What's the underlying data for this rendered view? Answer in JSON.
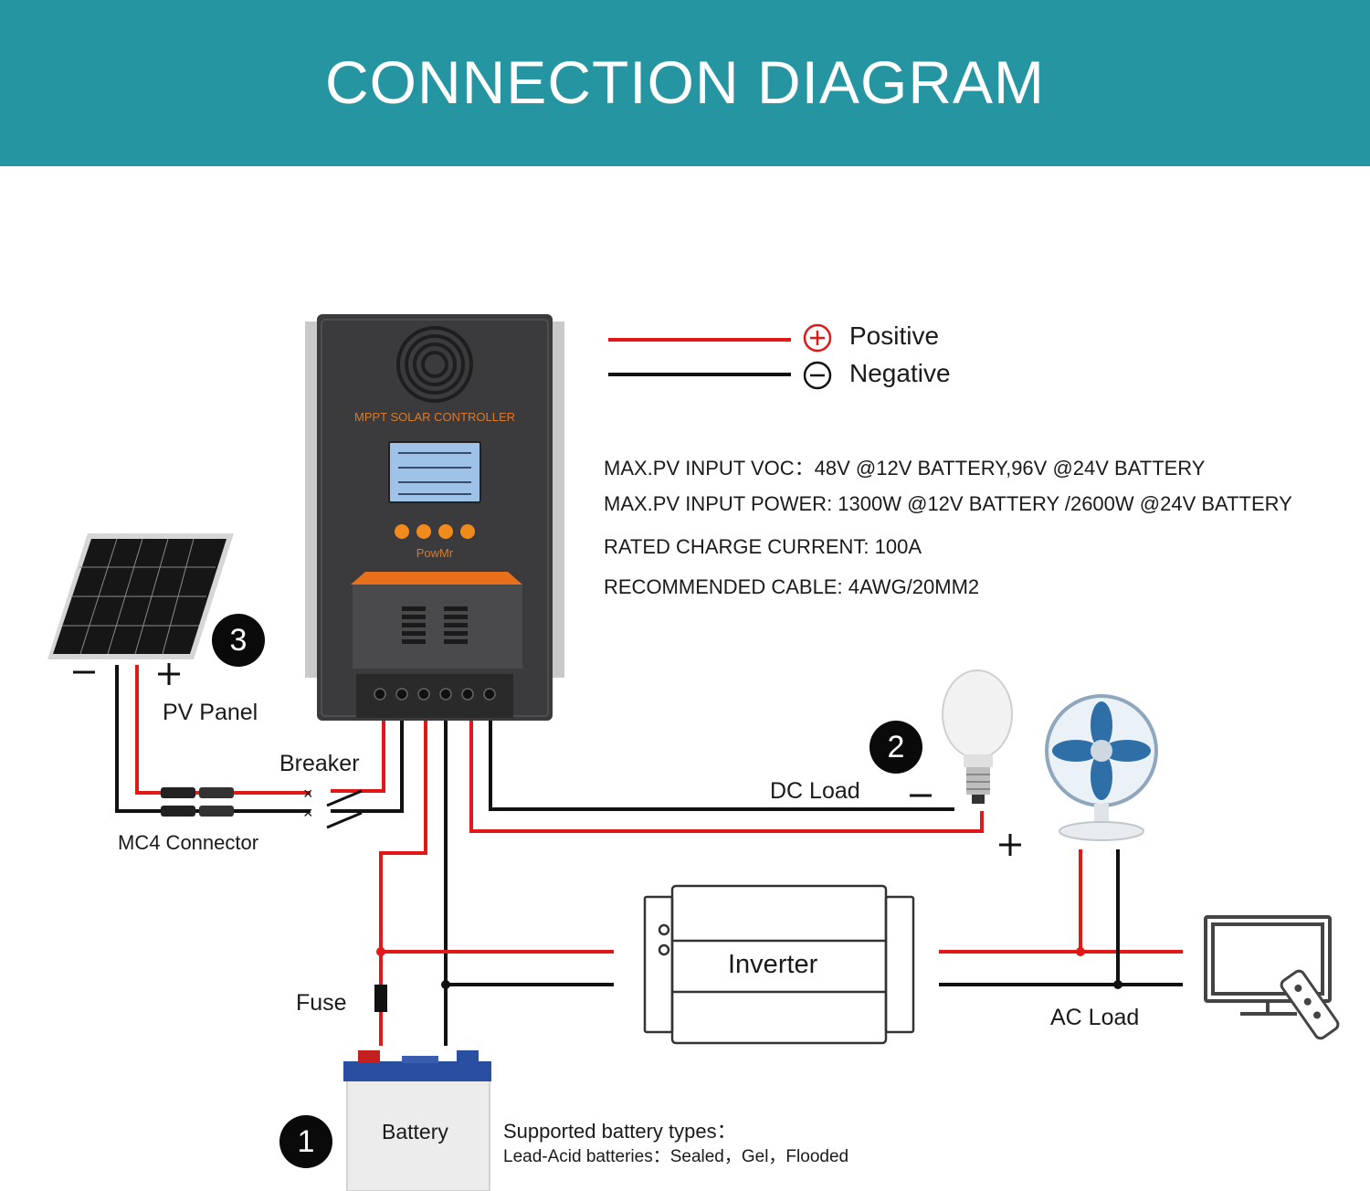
{
  "header": {
    "title": "CONNECTION DIAGRAM"
  },
  "legend": {
    "positive": "Positive",
    "negative": "Negative"
  },
  "specs": [
    "MAX.PV INPUT VOC：48V @12V BATTERY,96V @24V BATTERY",
    "MAX.PV INPUT POWER: 1300W @12V BATTERY /2600W @24V BATTERY",
    "RATED CHARGE CURRENT: 100A",
    "RECOMMENDED CABLE: 4AWG/20MM2"
  ],
  "controller": {
    "label": "MPPT SOLAR CONTROLLER",
    "brand": "PowMr"
  },
  "labels": {
    "pv_panel": "PV Panel",
    "breaker": "Breaker",
    "mc4": "MC4 Connector",
    "dc_load": "DC Load",
    "inverter": "Inverter",
    "ac_load": "AC Load",
    "fuse": "Fuse",
    "battery": "Battery"
  },
  "badges": {
    "battery": "1",
    "dc_load": "2",
    "pv": "3"
  },
  "battery_types": {
    "title": "Supported battery types：",
    "list": "Lead-Acid batteries：Sealed，Gel，Flooded"
  },
  "colors": {
    "header": "#2596a1",
    "positive_wire": "#e01818",
    "negative_wire": "#111111",
    "accent": "#e8701a"
  }
}
